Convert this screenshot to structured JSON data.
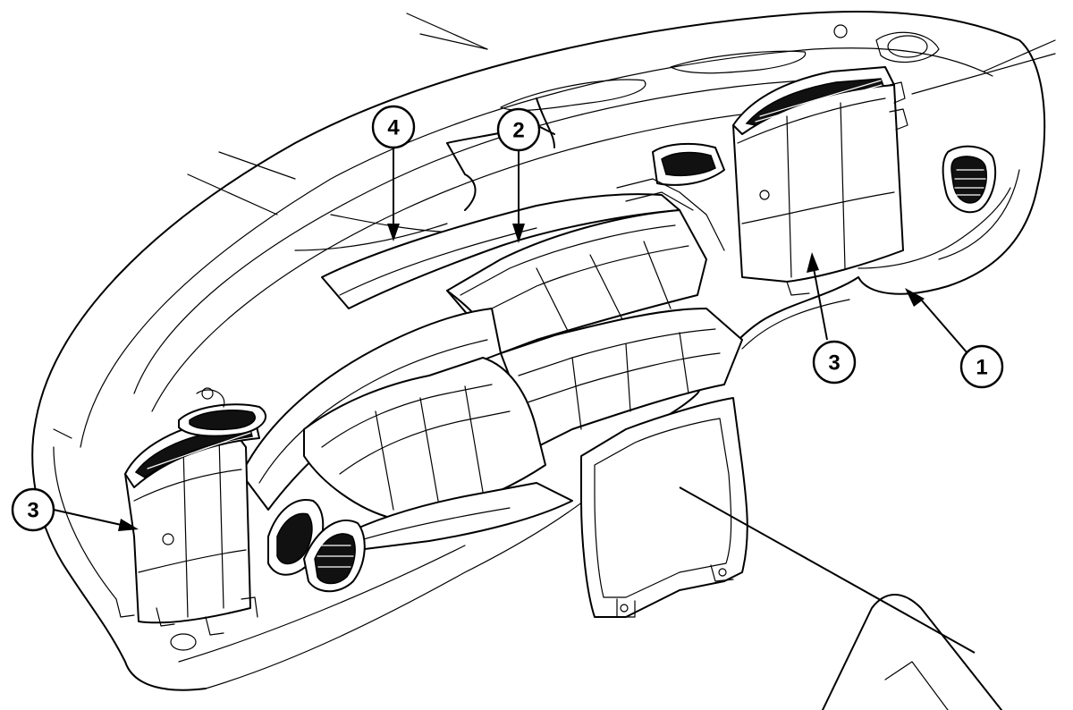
{
  "diagram": {
    "callouts": [
      {
        "id": "callout-1",
        "label": "1"
      },
      {
        "id": "callout-2",
        "label": "2"
      },
      {
        "id": "callout-3-right",
        "label": "3"
      },
      {
        "id": "callout-3-left",
        "label": "3"
      },
      {
        "id": "callout-4",
        "label": "4"
      }
    ]
  }
}
